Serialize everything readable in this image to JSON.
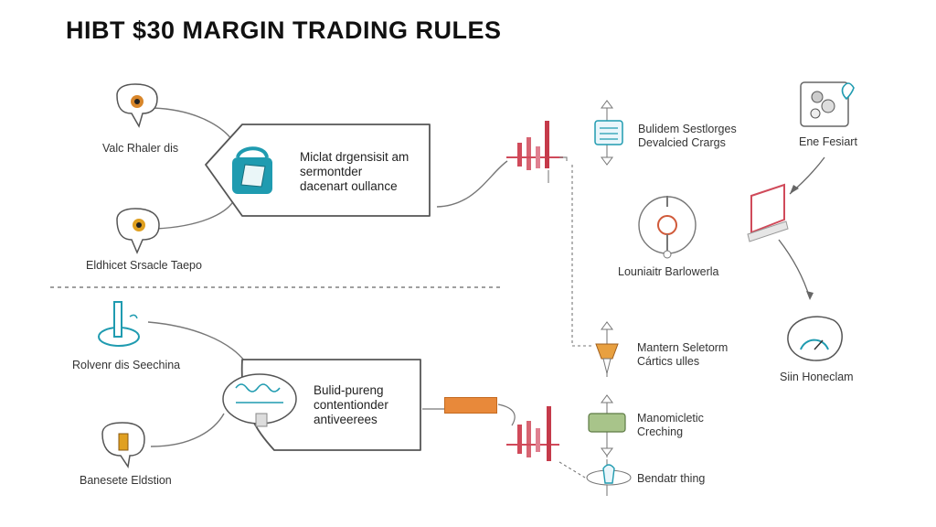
{
  "title": "HIBT  $30 MARGIN TRADING RULES",
  "left_nodes": [
    {
      "label": "Valc Rhaler dis"
    },
    {
      "label": "Eldhicet Srsacle Taepo"
    },
    {
      "label": "Rolvenr dis Seechina"
    },
    {
      "label": "Banesete Eldstion"
    }
  ],
  "boxes": [
    {
      "lines": [
        "Miclat drgensisit am",
        "sermontder",
        "dacenart oullance"
      ]
    },
    {
      "lines": [
        "Bulid-pureng",
        "contentionder",
        "antiveerees"
      ]
    }
  ],
  "right_nodes": [
    {
      "lines": [
        "Bulidem Sestlorges",
        "Devalcied Crargs"
      ]
    },
    {
      "lines": [
        "Louniaitr Barlowerla"
      ]
    },
    {
      "lines": [
        "Mantern Seletorm",
        "Cártics ulles"
      ]
    },
    {
      "lines": [
        "Manomicletic",
        "Creching"
      ]
    },
    {
      "lines": [
        "Bendatr thing"
      ]
    }
  ],
  "far_right_nodes": [
    {
      "label": "Ene Fesiart"
    },
    {
      "label": "Siin Honeclam"
    }
  ],
  "colors": {
    "accent_teal": "#1f9bb0",
    "accent_red": "#d04a5a",
    "accent_orange": "#e8893a",
    "line_gray": "#777777"
  }
}
